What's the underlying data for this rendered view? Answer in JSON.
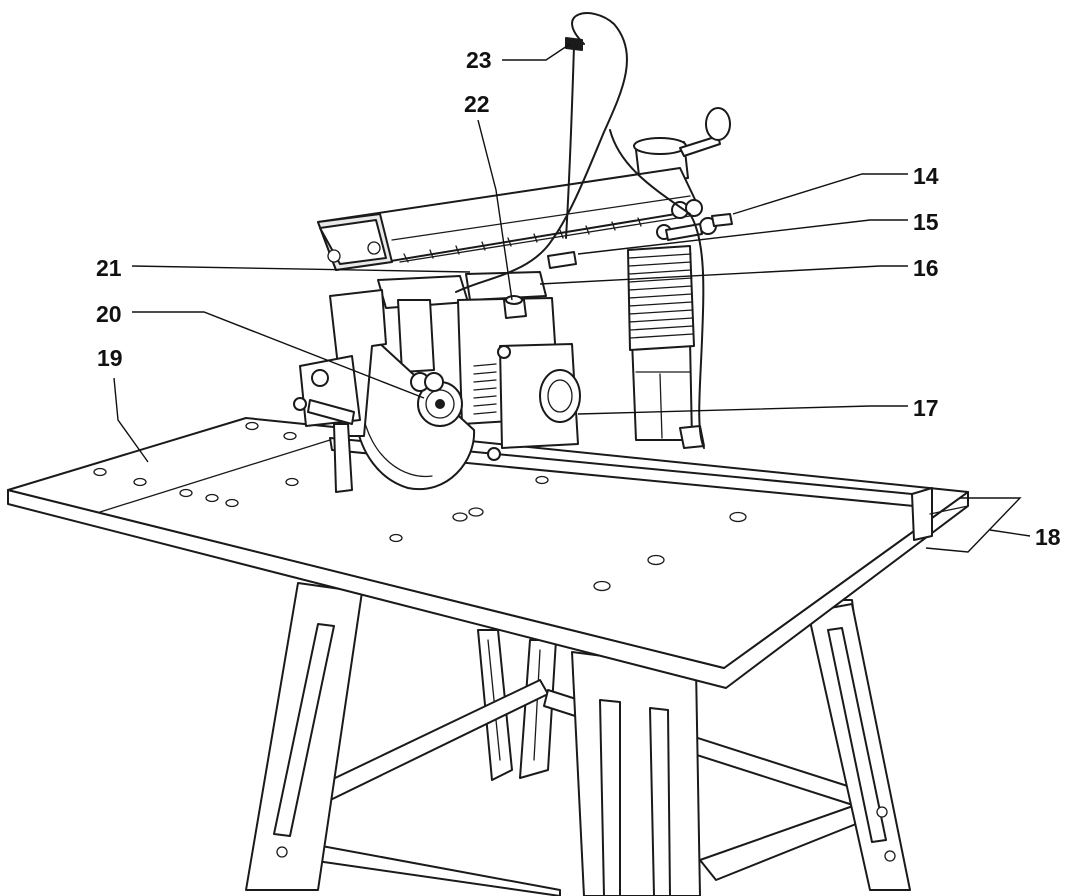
{
  "diagram": {
    "callouts": [
      {
        "id": "c14",
        "label": "14"
      },
      {
        "id": "c15",
        "label": "15"
      },
      {
        "id": "c16",
        "label": "16"
      },
      {
        "id": "c17",
        "label": "17"
      },
      {
        "id": "c18",
        "label": "18"
      },
      {
        "id": "c19",
        "label": "19"
      },
      {
        "id": "c20",
        "label": "20"
      },
      {
        "id": "c21",
        "label": "21"
      },
      {
        "id": "c22",
        "label": "22"
      },
      {
        "id": "c23",
        "label": "23"
      }
    ]
  }
}
